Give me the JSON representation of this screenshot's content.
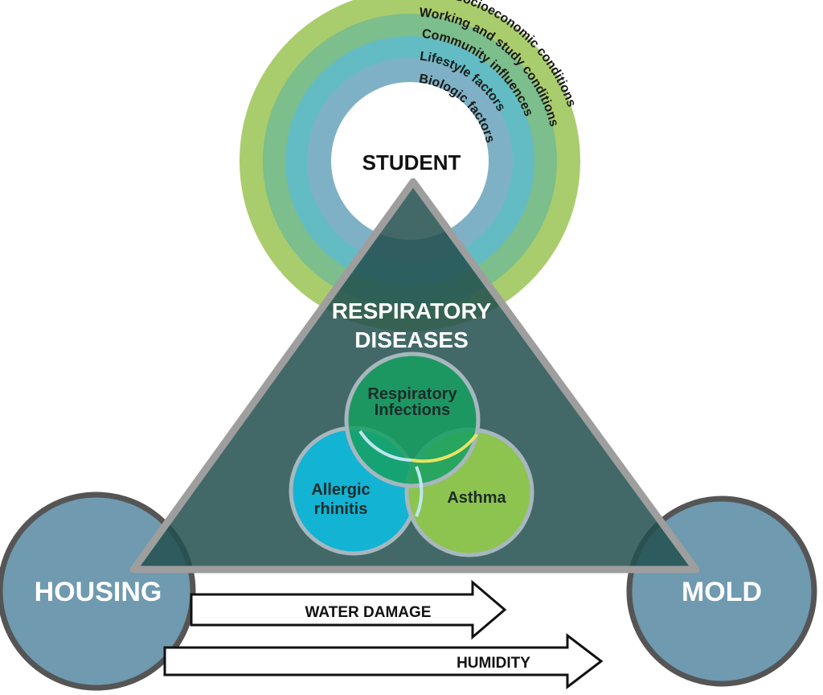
{
  "center": {
    "label": "STUDENT",
    "rings": [
      {
        "label": "Socioeconomic conditions",
        "color": "#a9cd6c"
      },
      {
        "label": "Working and study conditions",
        "color": "#7cbe8c"
      },
      {
        "label": "Community influences",
        "color": "#63bcc4"
      },
      {
        "label": "Lifestyle factors",
        "color": "#7fb1c6"
      },
      {
        "label": "Biologic factors",
        "color": "#ffffff"
      }
    ]
  },
  "triangle": {
    "title_line1": "RESPIRATORY",
    "title_line2": "DISEASES",
    "fill": "#23504f",
    "border": "#9e9e9e"
  },
  "venn": {
    "top": {
      "line1": "Respiratory",
      "line2": "Infections",
      "color": "#16a062"
    },
    "left": {
      "line1": "Allergic",
      "line2": "rhinitis",
      "color": "#13b3d3"
    },
    "right": {
      "label": "Asthma",
      "color": "#8dc44f"
    }
  },
  "nodes": {
    "left": {
      "label": "HOUSING",
      "color": "#6f9ab0"
    },
    "right": {
      "label": "MOLD",
      "color": "#6f9ab0"
    }
  },
  "arrows": [
    {
      "label": "WATER DAMAGE"
    },
    {
      "label": "HUMIDITY"
    }
  ]
}
